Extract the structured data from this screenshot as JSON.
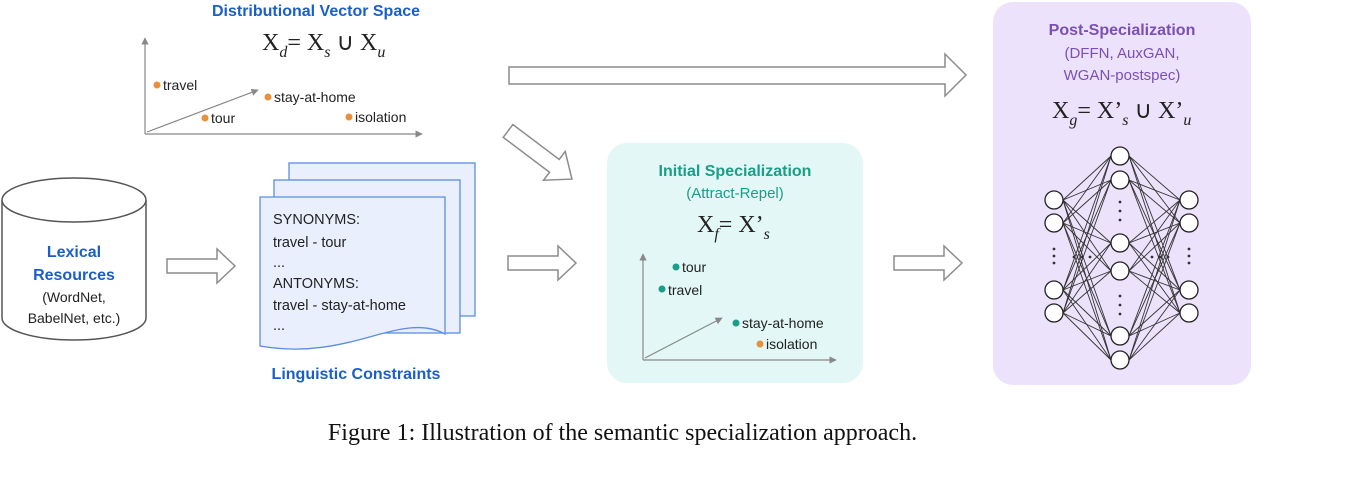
{
  "colors": {
    "blue": "#1a5fc8",
    "teal": "#1a9e87",
    "purple": "#7b4fb3",
    "orange": "#e8903a",
    "teal_bg": "#e2f7f6",
    "purple_bg": "#ede2fb",
    "paper_bg": "#e9effc",
    "paper_border": "#5b8de0",
    "arrow_stroke": "#8c8c8c"
  },
  "distributional": {
    "title": "Distributional Vector Space",
    "formula": {
      "x": "X",
      "d": "d",
      "eq": "= X",
      "s": "s",
      "cup": " ∪ X",
      "u": "u"
    },
    "points": [
      {
        "label": "travel",
        "color": "orange"
      },
      {
        "label": "tour",
        "color": "orange"
      },
      {
        "label": "stay-at-home",
        "color": "orange"
      },
      {
        "label": "isolation",
        "color": "orange"
      }
    ]
  },
  "lexical": {
    "title_line1": "Lexical",
    "title_line2": "Resources",
    "sub_line1": "(WordNet,",
    "sub_line2": "BabelNet, etc.)"
  },
  "constraints": {
    "lines": [
      "SYNONYMS:",
      "travel - tour",
      "...",
      "ANTONYMS:",
      "travel - stay-at-home",
      "..."
    ],
    "title": "Linguistic Constraints"
  },
  "initial": {
    "title": "Initial Specialization",
    "subtitle": "(Attract-Repel)",
    "formula": {
      "x": "X",
      "f": "f",
      "eq": "= X’",
      "s": "s"
    },
    "points": [
      {
        "label": "tour",
        "color": "teal"
      },
      {
        "label": "travel",
        "color": "teal"
      },
      {
        "label": "stay-at-home",
        "color": "teal"
      },
      {
        "label": "isolation",
        "color": "orange"
      }
    ]
  },
  "post": {
    "title": "Post-Specialization",
    "sub_line1": "(DFFN, AuxGAN,",
    "sub_line2": "WGAN-postspec)",
    "formula": {
      "x": "X",
      "g": "g",
      "eq": "= X’",
      "s": "s",
      "cup": " ∪ X’",
      "u": "u"
    }
  },
  "caption": "Figure 1: Illustration of the semantic specialization approach."
}
